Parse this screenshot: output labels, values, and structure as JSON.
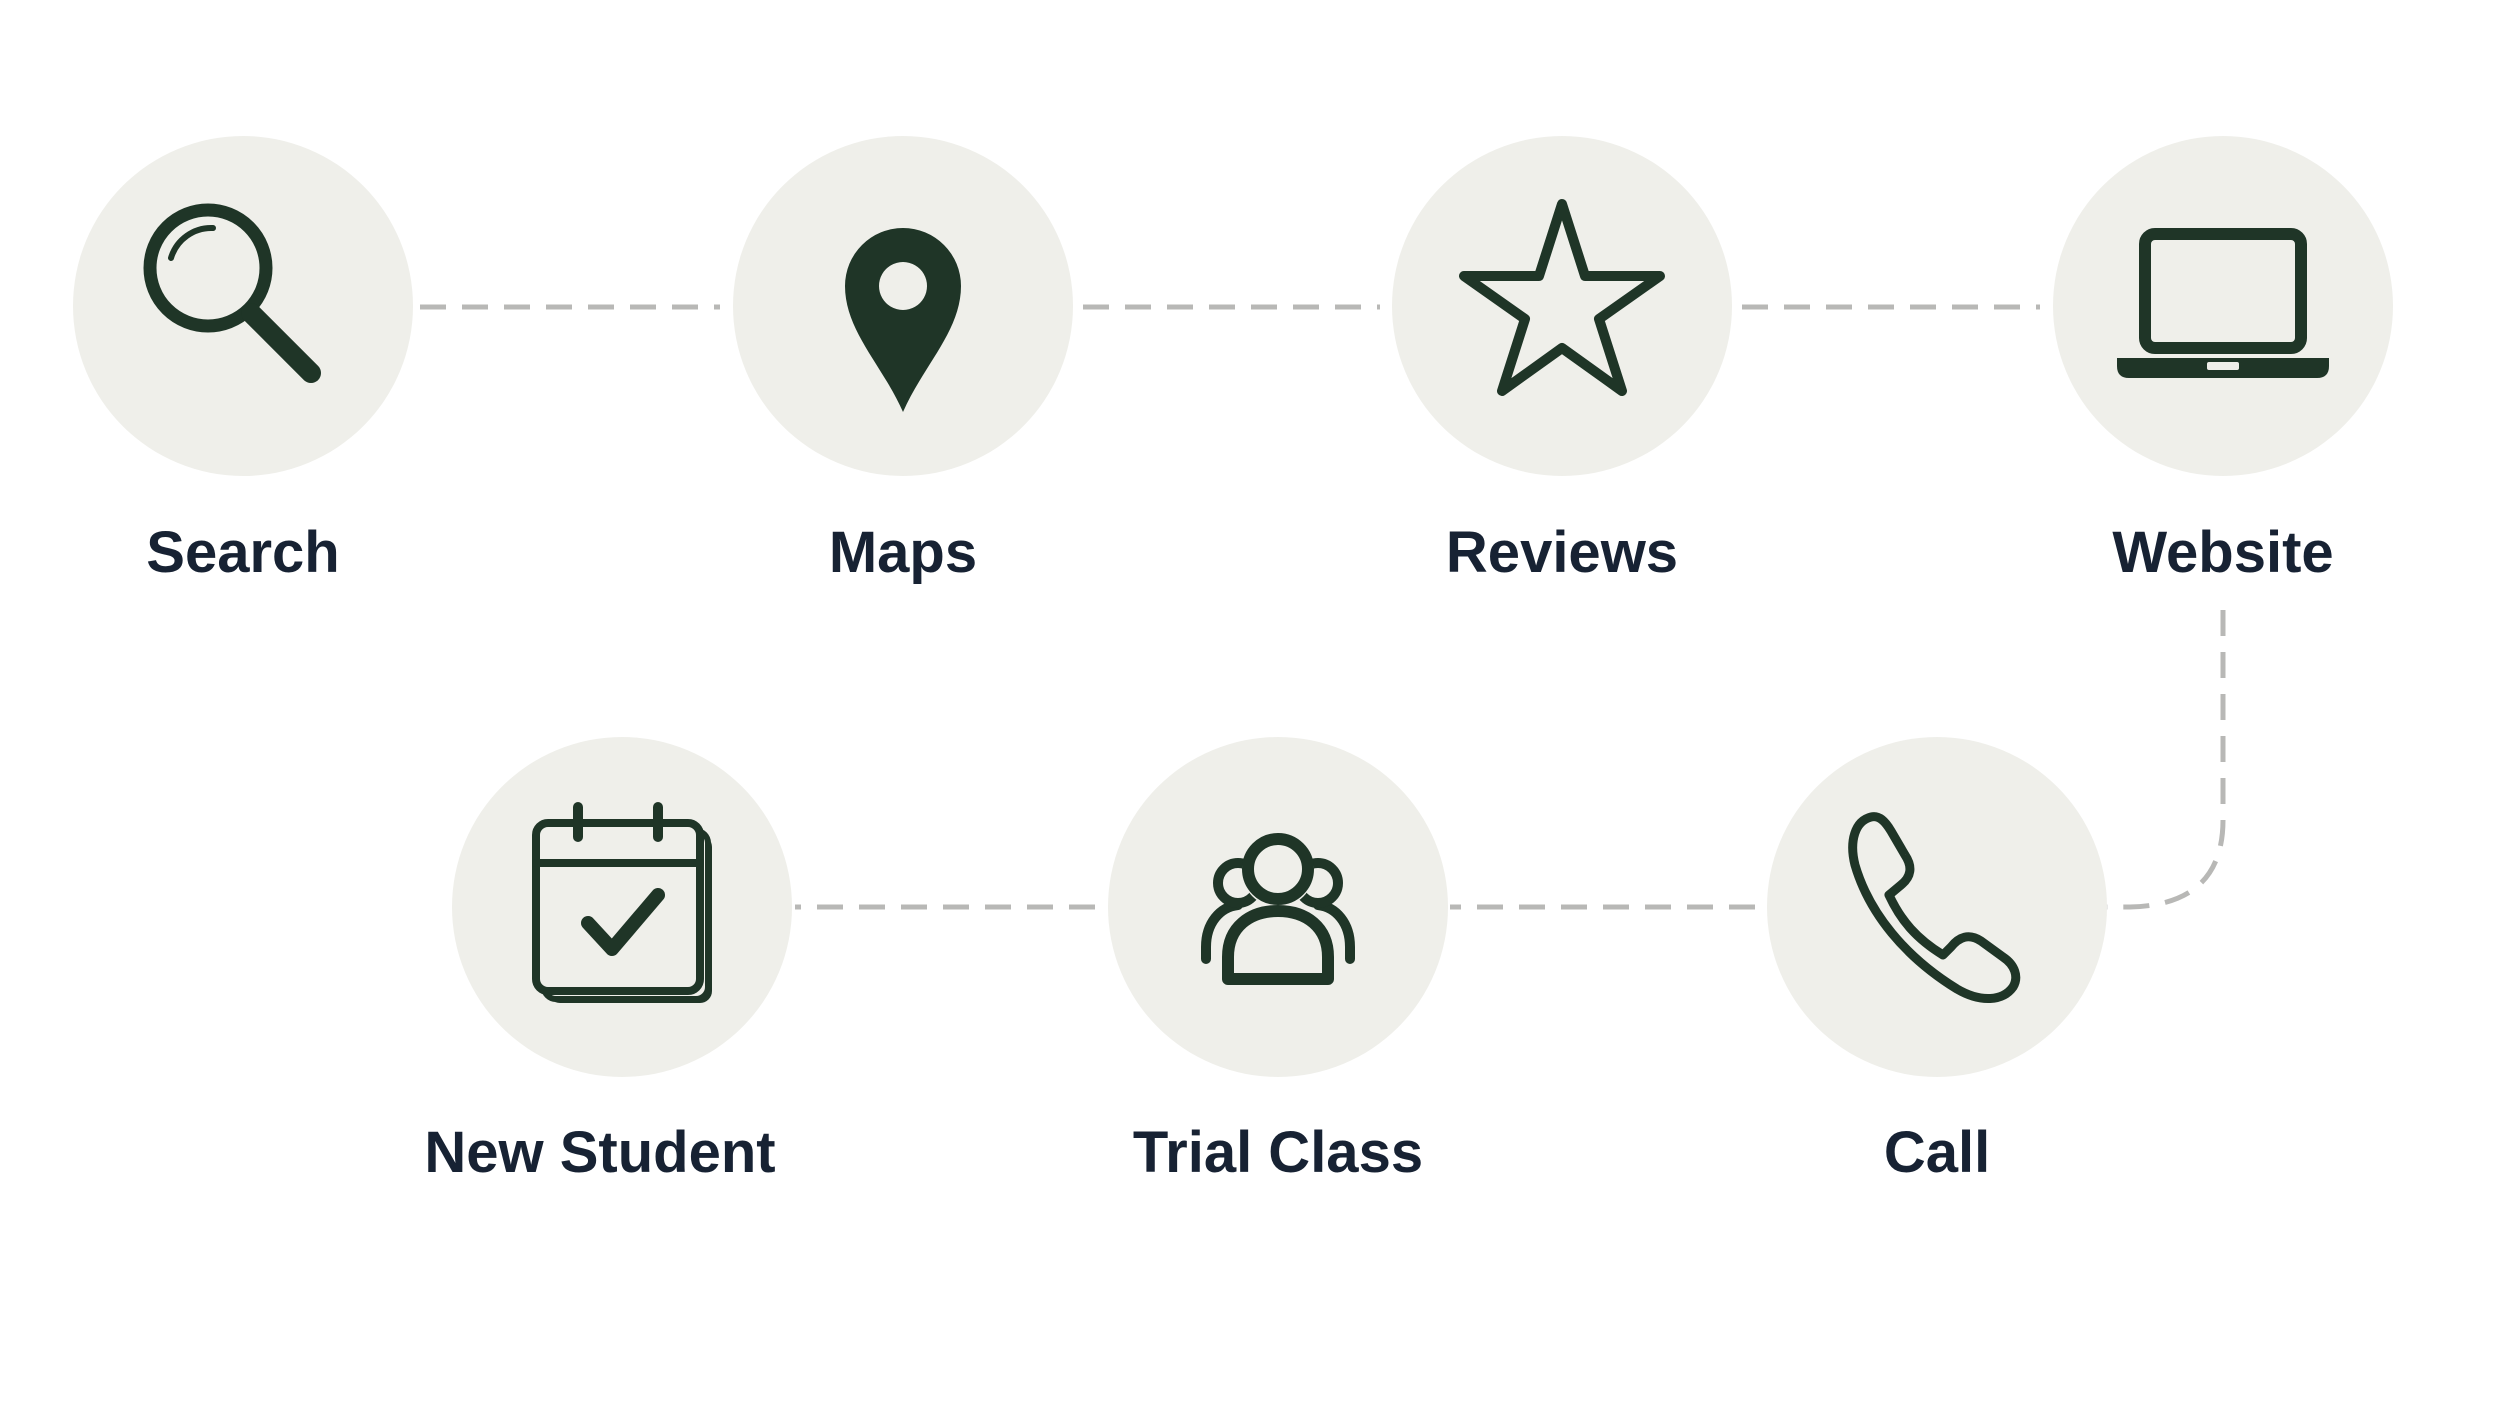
{
  "colors": {
    "background": "#ffffff",
    "node_fill": "#efefea",
    "icon": "#1f3527",
    "label": "#172233",
    "connector": "#b8b8b6"
  },
  "steps": [
    {
      "label": "Search",
      "icon": "search-icon"
    },
    {
      "label": "Maps",
      "icon": "map-pin-icon"
    },
    {
      "label": "Reviews",
      "icon": "star-icon"
    },
    {
      "label": "Website",
      "icon": "laptop-icon"
    },
    {
      "label": "Call",
      "icon": "phone-icon"
    },
    {
      "label": "Trial Class",
      "icon": "group-icon"
    },
    {
      "label": "New Student",
      "icon": "calendar-check-icon"
    }
  ]
}
